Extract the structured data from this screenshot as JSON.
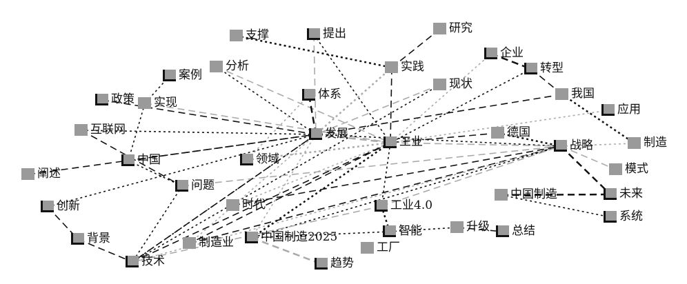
{
  "nodes": [
    {
      "label": "支撑"
    },
    {
      "label": "提出"
    },
    {
      "label": "研究"
    },
    {
      "label": "企业"
    },
    {
      "label": "分析"
    },
    {
      "label": "案例"
    },
    {
      "label": "实践"
    },
    {
      "label": "转型"
    },
    {
      "label": "现状"
    },
    {
      "label": "体系"
    },
    {
      "label": "政策"
    },
    {
      "label": "实现"
    },
    {
      "label": "我国"
    },
    {
      "label": "应用"
    },
    {
      "label": "互联网"
    },
    {
      "label": "发展"
    },
    {
      "label": "德国"
    },
    {
      "label": "工业"
    },
    {
      "label": "战略"
    },
    {
      "label": "制造"
    },
    {
      "label": "中国"
    },
    {
      "label": "领域"
    },
    {
      "label": "阐述"
    },
    {
      "label": "模式"
    },
    {
      "label": "问题"
    },
    {
      "label": "未来"
    },
    {
      "label": "中国制造"
    },
    {
      "label": "时代"
    },
    {
      "label": "创新"
    },
    {
      "label": "工业4.0"
    },
    {
      "label": "系统"
    },
    {
      "label": "背景"
    },
    {
      "label": "制造业"
    },
    {
      "label": "中国制造2025"
    },
    {
      "label": "智能"
    },
    {
      "label": "升级"
    },
    {
      "label": "总结"
    },
    {
      "label": "工厂"
    },
    {
      "label": "技术"
    },
    {
      "label": "趋势"
    }
  ],
  "edges": [
    [
      "支撑",
      "实践"
    ],
    [
      "提出",
      "发展"
    ],
    [
      "提出",
      "工业"
    ],
    [
      "研究",
      "实践"
    ],
    [
      "企业",
      "工业"
    ],
    [
      "企业",
      "转型"
    ],
    [
      "分析",
      "发展"
    ],
    [
      "分析",
      "工业"
    ],
    [
      "案例",
      "实现"
    ],
    [
      "实践",
      "工业"
    ],
    [
      "实践",
      "发展"
    ],
    [
      "转型",
      "我国"
    ],
    [
      "转型",
      "工业"
    ],
    [
      "现状",
      "发展"
    ],
    [
      "现状",
      "技术"
    ],
    [
      "体系",
      "发展"
    ],
    [
      "体系",
      "领域"
    ],
    [
      "政策",
      "发展"
    ],
    [
      "实现",
      "中国"
    ],
    [
      "实现",
      "工业"
    ],
    [
      "我国",
      "制造"
    ],
    [
      "我国",
      "发展"
    ],
    [
      "应用",
      "工业"
    ],
    [
      "互联网",
      "问题"
    ],
    [
      "互联网",
      "发展"
    ],
    [
      "发展",
      "工业"
    ],
    [
      "发展",
      "战略"
    ],
    [
      "发展",
      "技术"
    ],
    [
      "发展",
      "中国制造2025"
    ],
    [
      "德国",
      "工业"
    ],
    [
      "德国",
      "战略"
    ],
    [
      "工业",
      "战略"
    ],
    [
      "工业",
      "工业4.0"
    ],
    [
      "工业",
      "制造业"
    ],
    [
      "战略",
      "制造"
    ],
    [
      "战略",
      "未来"
    ],
    [
      "战略",
      "中国制造2025"
    ],
    [
      "战略",
      "模式"
    ],
    [
      "中国",
      "问题"
    ],
    [
      "中国",
      "发展"
    ],
    [
      "领域",
      "工业"
    ],
    [
      "阐述",
      "发展"
    ],
    [
      "问题",
      "技术"
    ],
    [
      "问题",
      "战略"
    ],
    [
      "中国制造",
      "系统"
    ],
    [
      "中国制造",
      "未来"
    ],
    [
      "时代",
      "工业"
    ],
    [
      "创新",
      "背景"
    ],
    [
      "创新",
      "发展"
    ],
    [
      "工业4.0",
      "技术"
    ],
    [
      "工业4.0",
      "智能"
    ],
    [
      "背景",
      "技术"
    ],
    [
      "制造业",
      "发展"
    ],
    [
      "制造业",
      "战略"
    ],
    [
      "中国制造2025",
      "智能"
    ],
    [
      "中国制造2025",
      "趋势"
    ],
    [
      "智能",
      "升级"
    ],
    [
      "升级",
      "总结"
    ],
    [
      "技术",
      "战略"
    ],
    [
      "技术",
      "工业"
    ],
    [
      "中国制造2025",
      "工业"
    ],
    [
      "工业4.0",
      "战略"
    ],
    [
      "技术",
      "发展"
    ],
    [
      "时代",
      "战略"
    ]
  ]
}
